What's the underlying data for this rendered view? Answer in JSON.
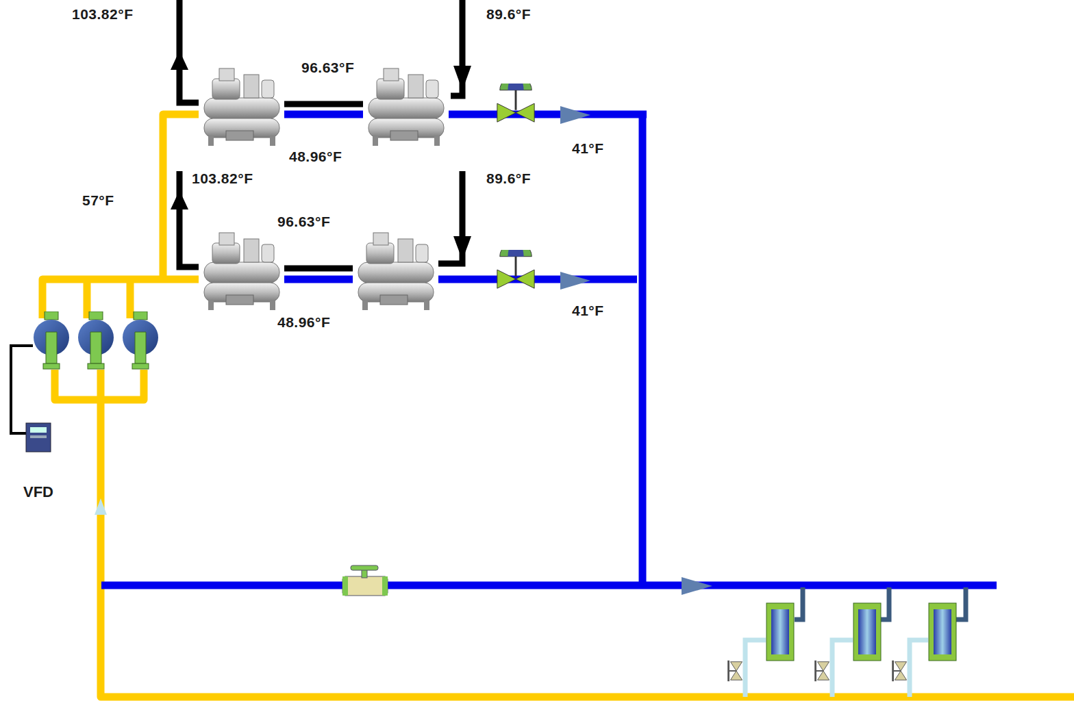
{
  "diagram": {
    "nodes": [
      {
        "text": [
          "VFD"
        ]
      }
    ],
    "labels": [
      "103.82°F",
      "89.6°F",
      "96.63°F",
      "48.96°F",
      "41°F",
      "103.82°F",
      "89.6°F",
      "57°F",
      "96.63°F",
      "41°F",
      "48.96°F"
    ]
  }
}
